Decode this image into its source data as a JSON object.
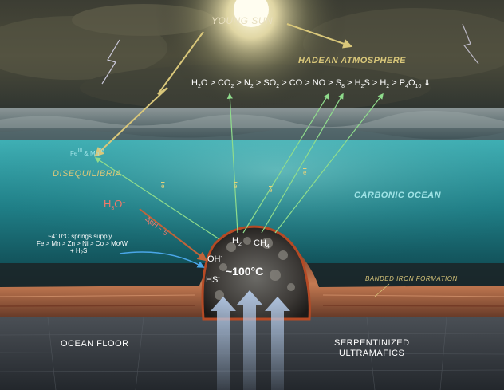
{
  "labels": {
    "young_sun": "YOUNG SUN",
    "hadean_atmosphere": "HADEAN  ATMOSPHERE",
    "disequilibria": "DISEQUILIBRIA",
    "carbonic_ocean": "CARBONIC OCEAN",
    "banded_iron_formation": "BANDED IRON FORMATION",
    "ocean_floor": "OCEAN FLOOR",
    "serpentinized_line1": "SERPENTINIZED",
    "serpentinized_line2": "ULTRAMAFICS",
    "temperature": "~100°C",
    "delta_ph": "ΔpH ~ 5"
  },
  "atmosphere_series": [
    {
      "base": "H",
      "sub": "2",
      "tail": "O"
    },
    {
      "base": "CO",
      "sub": "2",
      "tail": ""
    },
    {
      "base": "N",
      "sub": "2",
      "tail": ""
    },
    {
      "base": "SO",
      "sub": "2",
      "tail": ""
    },
    {
      "base": "CO",
      "sub": "",
      "tail": ""
    },
    {
      "base": "NO",
      "sub": "",
      "tail": ""
    },
    {
      "base": "S",
      "sub": "8",
      "tail": ""
    },
    {
      "base": "H",
      "sub": "2",
      "tail": "S"
    },
    {
      "base": "H",
      "sub": "2",
      "tail": ""
    },
    {
      "base": "P",
      "sub": "4",
      "tail": "O",
      "sub2": "10"
    }
  ],
  "atmosphere_separator": " > ",
  "metals": {
    "fe": "Fe",
    "fe_sup": "III",
    "amp": " & ",
    "mn": "Mn",
    "mn_sup": "IV"
  },
  "hydronium": {
    "base": "H",
    "sub": "3",
    "tail": "O",
    "sup": "+"
  },
  "springs": {
    "line1": "~410°C springs supply",
    "line2": "Fe > Mn > Zn > Ni > Co > Mo/W",
    "line3_plus": "+ H",
    "line3_sub": "2",
    "line3_tail": "S"
  },
  "vent_species": {
    "h2_base": "H",
    "h2_sub": "2",
    "ch4_base": "CH",
    "ch4_sub": "4",
    "oh_base": "OH",
    "oh_sup": "-",
    "hs_base": "HS",
    "hs_sup": "-"
  },
  "electron": "e",
  "icons": {
    "down_arrow": "⬇"
  },
  "colors": {
    "caption_gold": "#d9c77a",
    "young_sun_text": "#e8dfc0",
    "ocean_label": "#9fe3e6",
    "green_arrow": "#8fdc8c",
    "hydronium_red": "#f07a6a",
    "springs_blue": "#4aa6e8",
    "vent_rust": "#b54a25"
  }
}
